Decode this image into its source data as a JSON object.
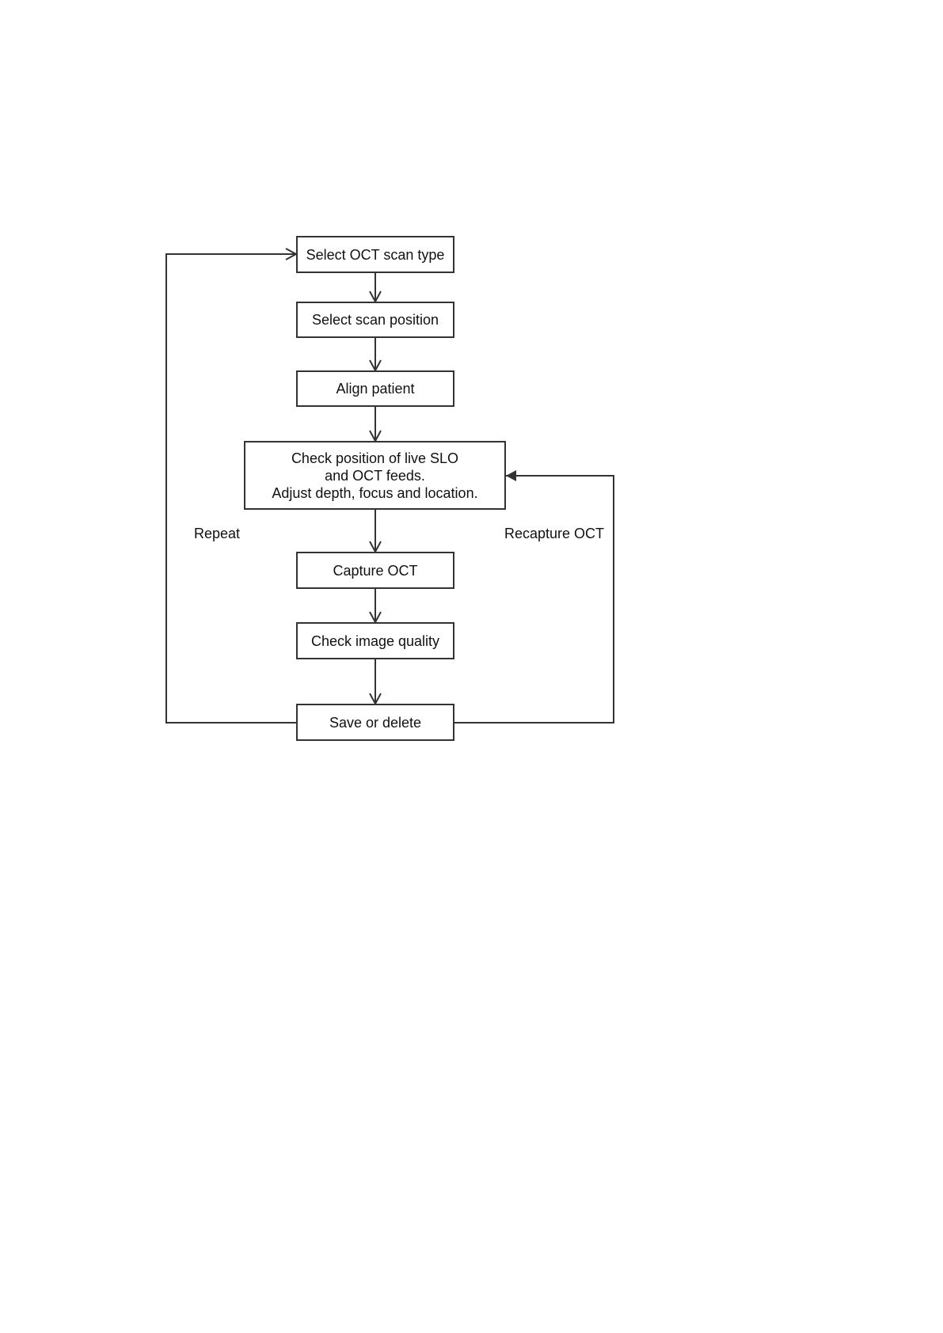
{
  "diagram": {
    "nodes": [
      {
        "id": "n1",
        "label": "Select OCT scan type"
      },
      {
        "id": "n2",
        "label": "Select scan position"
      },
      {
        "id": "n3",
        "label": "Align patient"
      },
      {
        "id": "n4",
        "lines": [
          "Check position of live SLO",
          "and OCT feeds.",
          "Adjust depth, focus and location."
        ]
      },
      {
        "id": "n5",
        "label": "Capture OCT"
      },
      {
        "id": "n6",
        "label": "Check image quality"
      },
      {
        "id": "n7",
        "label": "Save or delete"
      }
    ],
    "edges": [
      {
        "from": "n1",
        "to": "n2"
      },
      {
        "from": "n2",
        "to": "n3"
      },
      {
        "from": "n3",
        "to": "n4"
      },
      {
        "from": "n4",
        "to": "n5"
      },
      {
        "from": "n5",
        "to": "n6"
      },
      {
        "from": "n6",
        "to": "n7"
      },
      {
        "from": "n7",
        "to": "n1",
        "label": "Repeat"
      },
      {
        "from": "n7",
        "to": "n4",
        "label": "Recapture OCT"
      }
    ],
    "colors": {
      "stroke": "#333333",
      "text": "#111111",
      "background": "#ffffff"
    }
  }
}
